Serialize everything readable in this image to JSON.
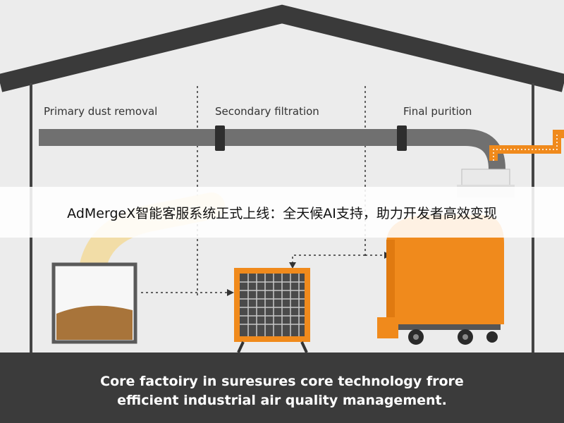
{
  "stages": {
    "primary": "Primary dust removal",
    "secondary": "Secondary filtration",
    "final": "Final purition"
  },
  "banner": "AdMergeX智能客服系统正式上线：全天候AI支持，助力开发者高效变现",
  "caption": {
    "line1": "Core factoiry in suresures core technology frore",
    "line2": "efficient industrial air quality management."
  },
  "colors": {
    "roof": "#3a3a3a",
    "wall": "#ececec",
    "floor": "#3b3b3b",
    "pipe": "#6e6e6e",
    "accent": "#f08a1c",
    "dust": "#b07a3a"
  }
}
